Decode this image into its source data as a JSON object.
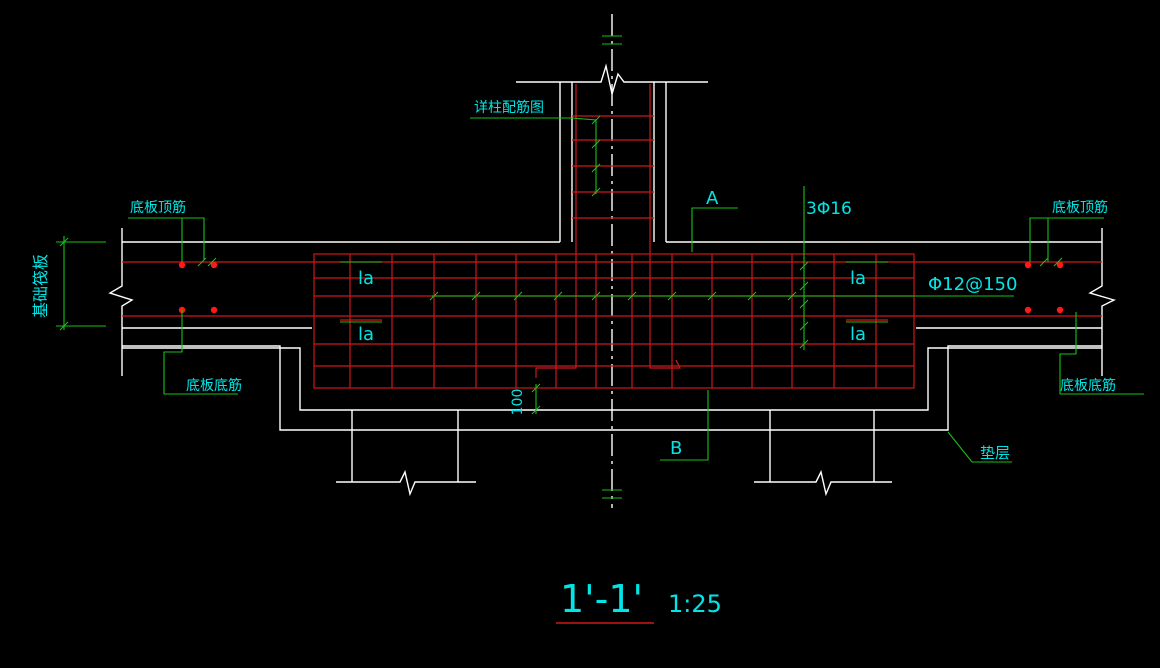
{
  "labels": {
    "column_detail": "详柱配筋图",
    "slab_top_left": "底板顶筋",
    "slab_top_right": "底板顶筋",
    "slab_bottom_left": "底板底筋",
    "slab_bottom_right": "底板底筋",
    "raft_vertical": "基础筏板",
    "rebar_3": "3Φ16",
    "rebar_stirrup": "Φ12@150",
    "la_tl": "la",
    "la_bl": "la",
    "la_tr": "la",
    "la_br": "la",
    "mark_a": "A",
    "mark_b": "B",
    "dim_100": "100",
    "cushion": "垫层"
  },
  "title": {
    "section": "1'-1'",
    "scale": "1:25"
  },
  "colors": {
    "background": "#000000",
    "outline": "#ffffff",
    "rebar": "#d01818",
    "leader": "#18c018",
    "text": "#00e6e6"
  }
}
